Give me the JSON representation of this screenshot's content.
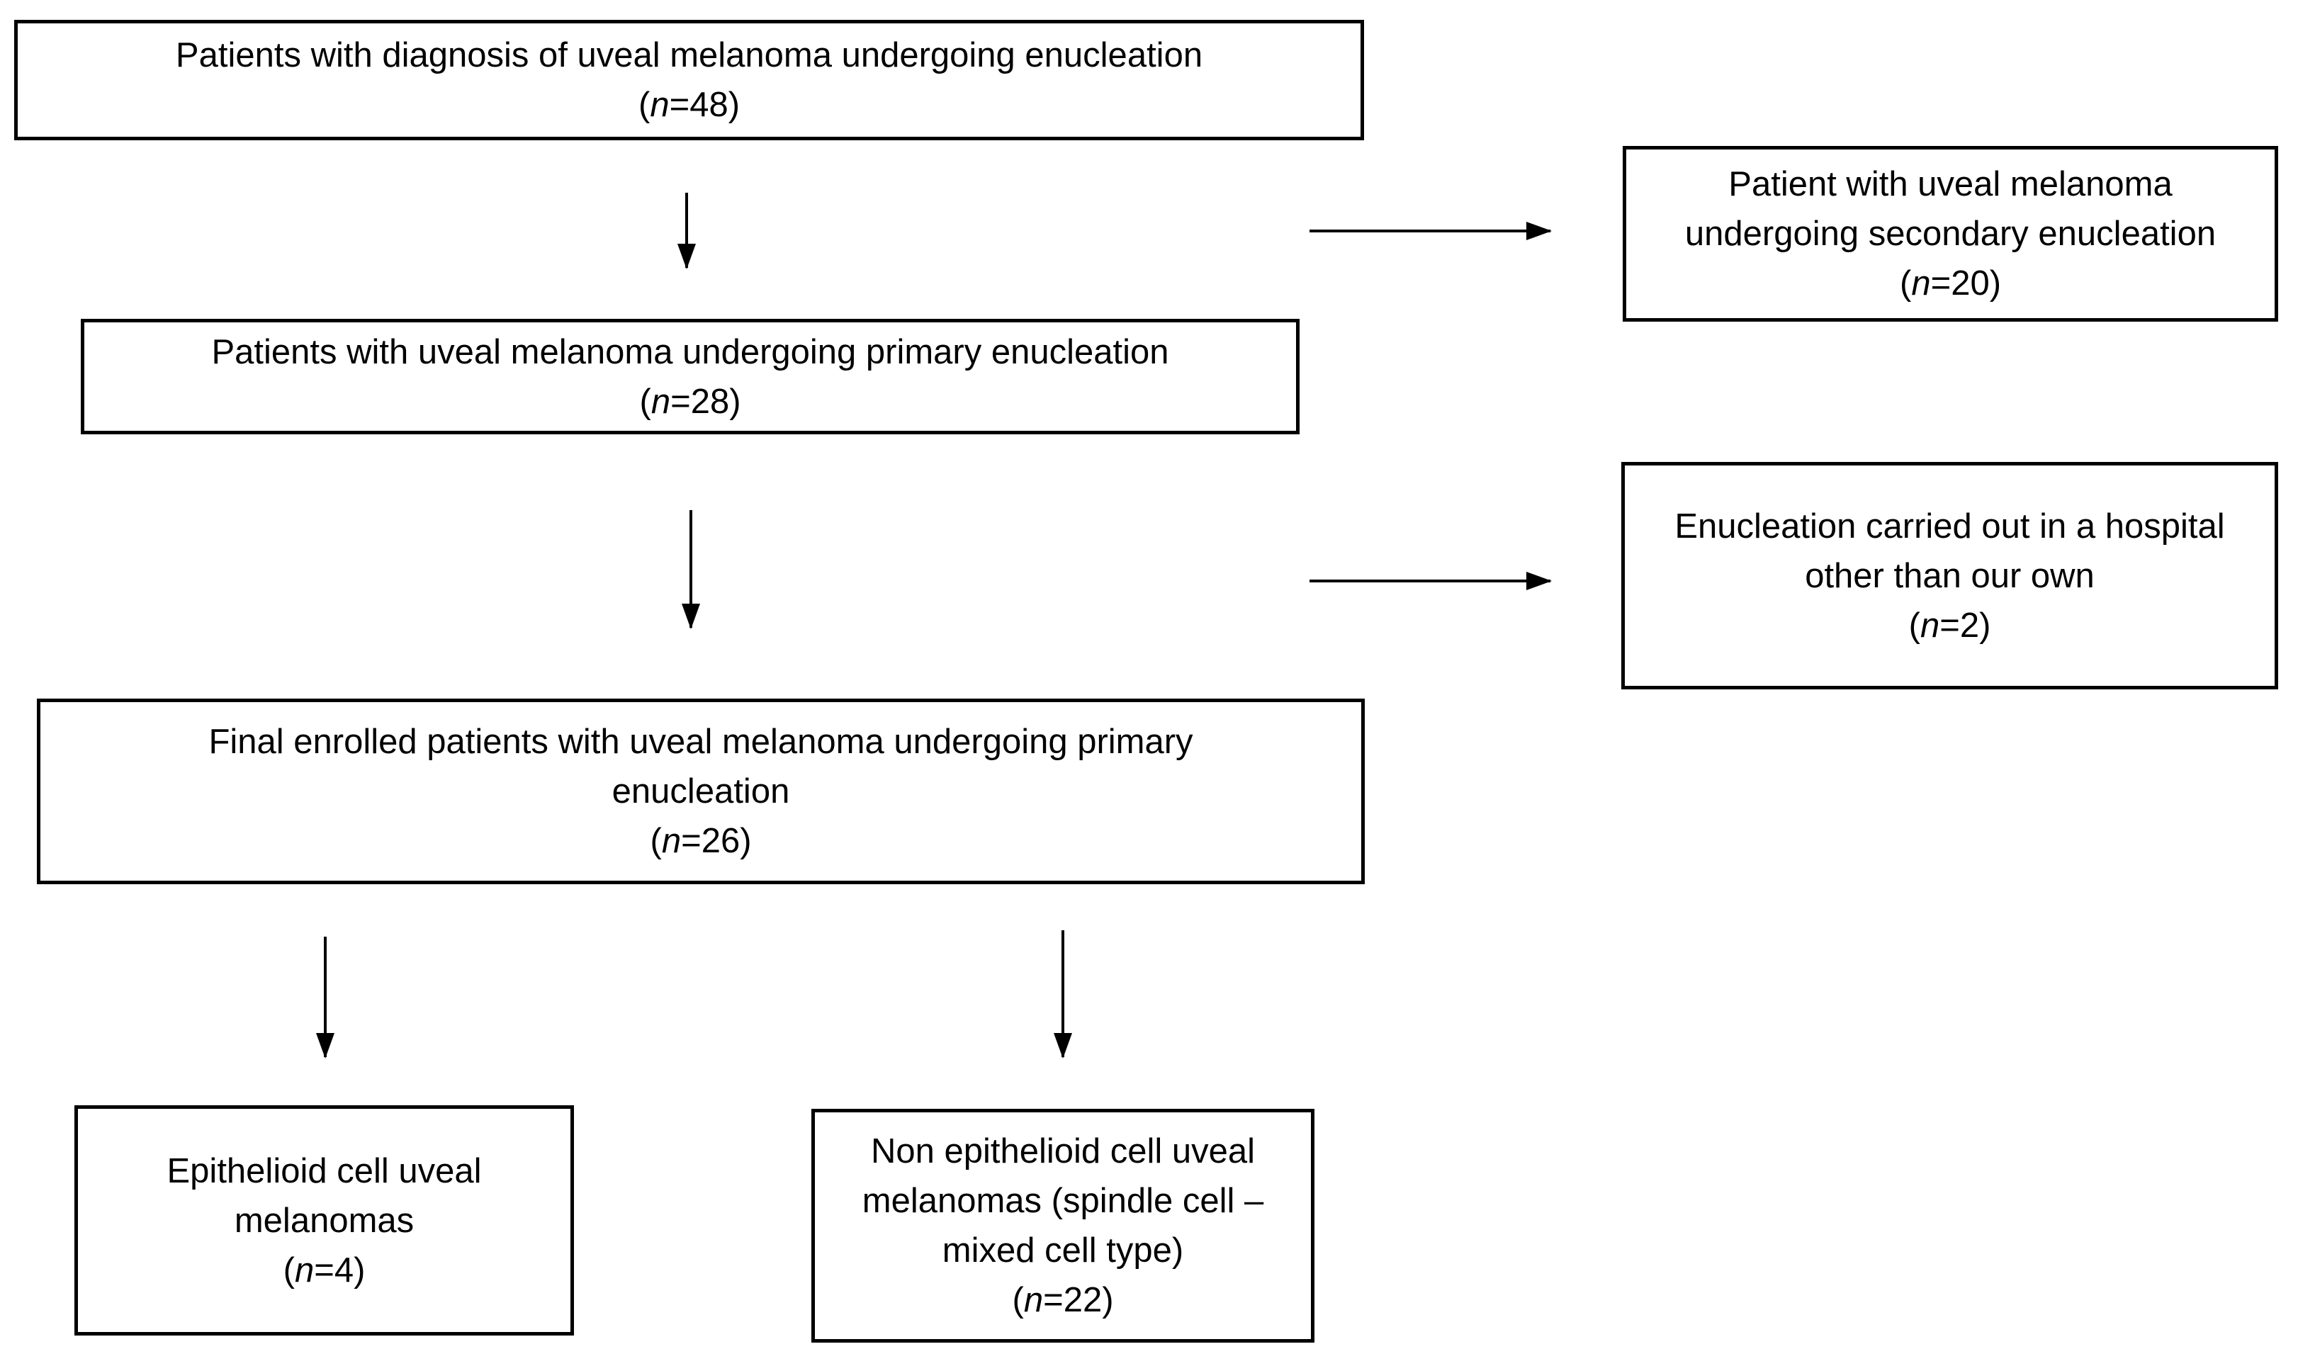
{
  "figure": {
    "type": "patient-flow-diagram",
    "colors": {
      "background": "#ffffff",
      "box_border": "#000000",
      "text": "#000000",
      "arrow": "#000000"
    }
  },
  "boxes": {
    "diagnosis": {
      "lines": [
        "Patients with diagnosis of uveal melanoma undergoing enucleation"
      ],
      "count": "(n=48)"
    },
    "secondary": {
      "lines": [
        "Patient with uveal melanoma",
        "undergoing secondary enucleation"
      ],
      "count": "(n=20)"
    },
    "primary": {
      "lines": [
        "Patients with uveal melanoma undergoing primary enucleation"
      ],
      "count": "(n=28)"
    },
    "other_hospital": {
      "lines": [
        "Enucleation carried out in a hospital",
        "other than our own"
      ],
      "count": "(n=2)"
    },
    "final_enrolled": {
      "lines": [
        "Final enrolled patients with uveal melanoma undergoing primary",
        "enucleation"
      ],
      "count": "(n=26)"
    },
    "epithelioid": {
      "lines": [
        "Epithelioid cell uveal",
        "melanomas"
      ],
      "count": "(n=4)"
    },
    "non_epithelioid": {
      "lines": [
        "Non epithelioid cell uveal",
        "melanomas (spindle cell –",
        "mixed cell type)"
      ],
      "count": "(n=22)"
    }
  },
  "arrows": [
    {
      "from": "diagnosis",
      "to": "primary",
      "direction": "down"
    },
    {
      "from": "diagnosis",
      "to": "secondary",
      "direction": "right"
    },
    {
      "from": "primary",
      "to": "final_enrolled",
      "direction": "down"
    },
    {
      "from": "primary",
      "to": "other_hospital",
      "direction": "right"
    },
    {
      "from": "final_enrolled",
      "to": "epithelioid",
      "direction": "down"
    },
    {
      "from": "final_enrolled",
      "to": "non_epithelioid",
      "direction": "down"
    }
  ]
}
